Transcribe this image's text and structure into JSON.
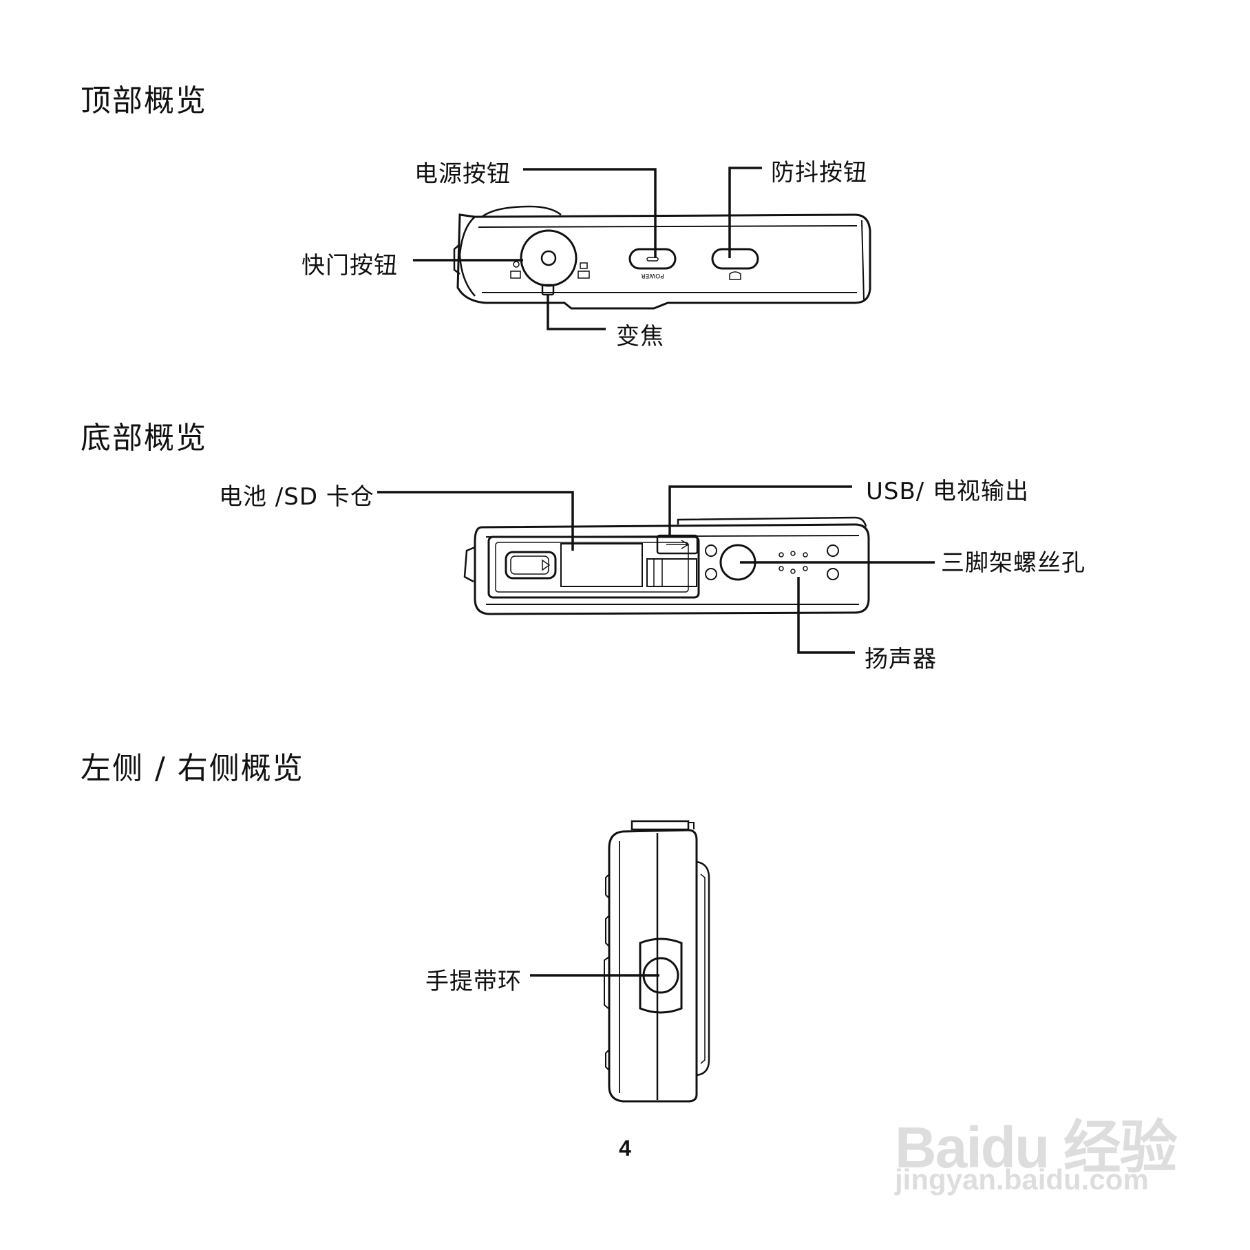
{
  "sections": {
    "top": {
      "heading": "顶部概览"
    },
    "bottom": {
      "heading": "底部概览"
    },
    "side": {
      "heading": "左侧 / 右侧概览"
    }
  },
  "callouts": {
    "power_button": "电源按钮",
    "stabilizer_button": "防抖按钮",
    "shutter_button": "快门按钮",
    "zoom": "变焦",
    "battery_sd": "电池 /SD 卡仓",
    "usb_tv_out": "USB/ 电视输出",
    "tripod_socket": "三脚架螺丝孔",
    "speaker": "扬声器",
    "strap_ring": "手提带环"
  },
  "camera_markings": {
    "power": "POWER"
  },
  "page_number": "4",
  "watermark": {
    "logo": "Baidu 经验",
    "url": "jingyan.baidu.com"
  }
}
